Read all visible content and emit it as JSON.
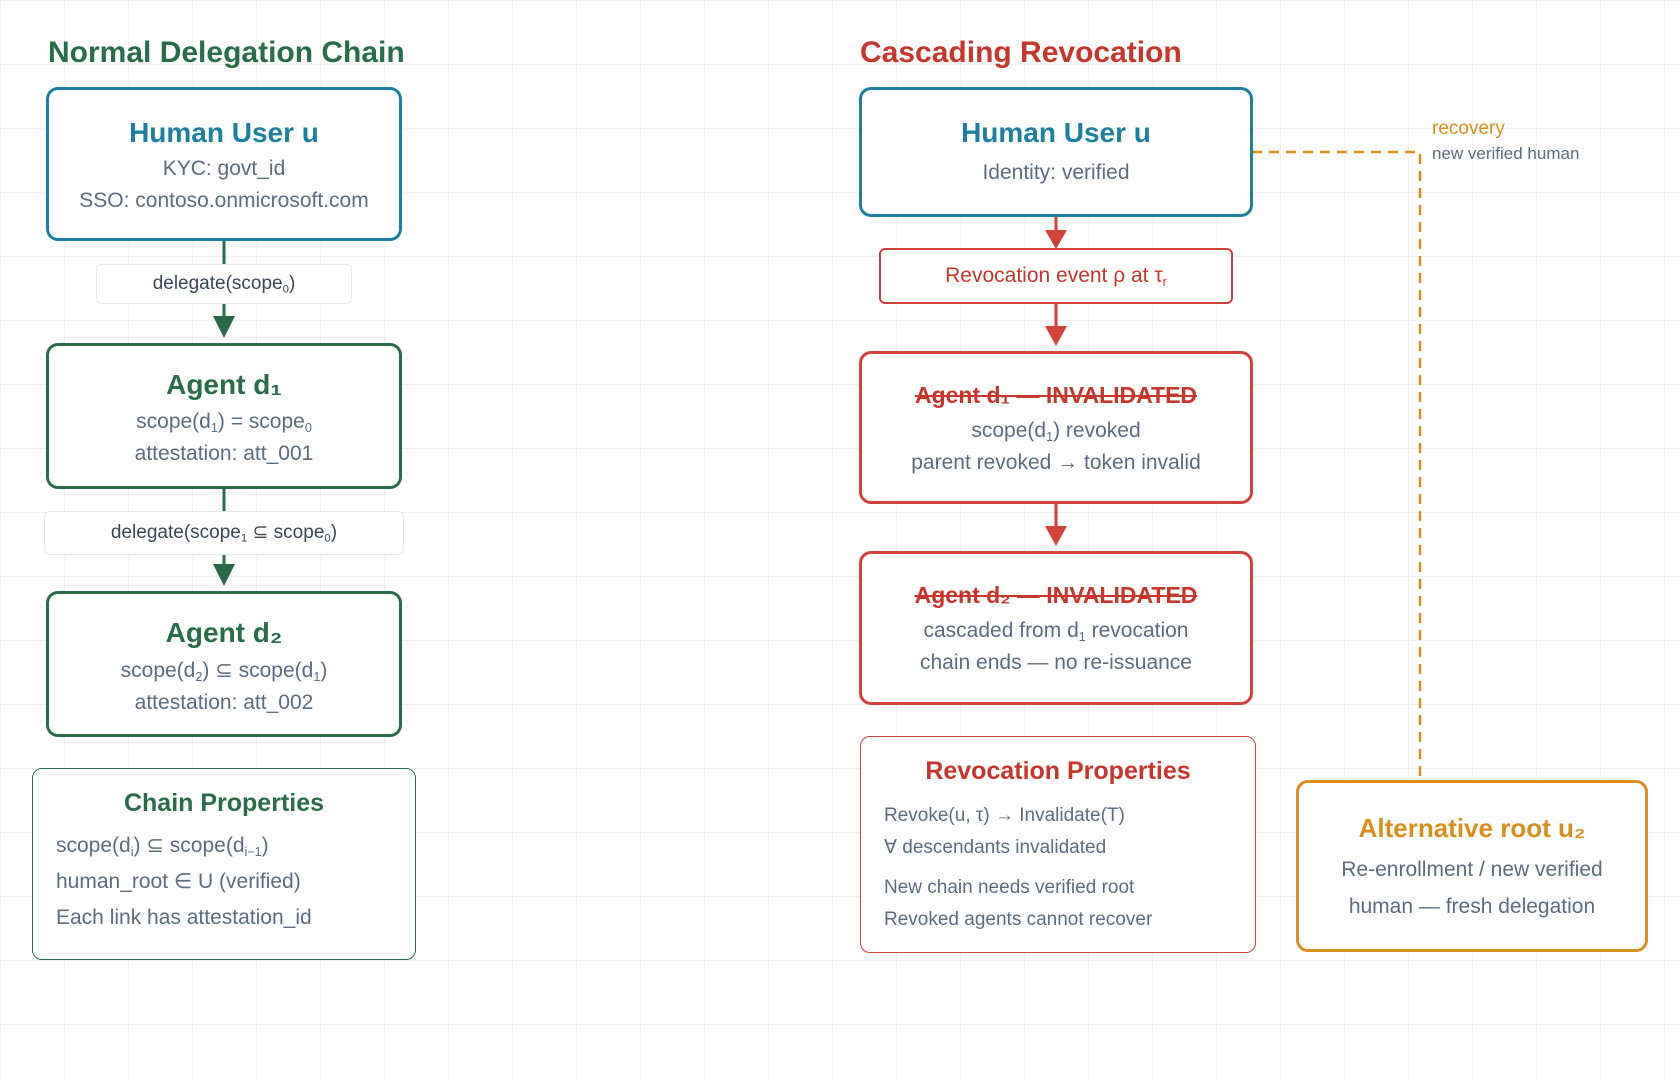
{
  "left": {
    "heading": "Normal Delegation Chain",
    "human": {
      "title": "Human User u",
      "line1": "KYC: govt_id",
      "line2": "SSO: contoso.onmicrosoft.com"
    },
    "edge1": {
      "text": "delegate(scope",
      "sub": "0",
      "suffix": ")"
    },
    "agent1": {
      "title": "Agent d₁",
      "line1": {
        "a": "scope(d",
        "sub1": "1",
        "b": ") = scope",
        "sub2": "0"
      },
      "line2": "attestation: att_001"
    },
    "edge2": {
      "a": "delegate(scope",
      "sub1": "1",
      "b": " ⊆ scope",
      "sub2": "0",
      "c": ")"
    },
    "agent2": {
      "title": "Agent d₂",
      "line1": {
        "a": "scope(d",
        "sub1": "2",
        "b": ") ⊆ scope(d",
        "sub2": "1",
        "c": ")"
      },
      "line2": "attestation: att_002"
    },
    "properties": {
      "title": "Chain Properties",
      "line1": {
        "a": "scope(d",
        "sub1": "i",
        "b": ") ⊆ scope(d",
        "sub2": "i−1",
        "c": ")"
      },
      "line2": "human_root ∈ U (verified)",
      "line3": "Each link has attestation_id"
    }
  },
  "right": {
    "heading": "Cascading Revocation",
    "human": {
      "title": "Human User u",
      "line1": "Identity: verified"
    },
    "event": {
      "text": "Revocation event ρ at τ",
      "sub": "r"
    },
    "agent1": {
      "title": "Agent d₁ — INVALIDATED",
      "line1": {
        "a": "scope(d",
        "sub1": "1",
        "b": ") revoked"
      },
      "line2": "parent revoked → token invalid"
    },
    "agent2": {
      "title": "Agent d₂ — INVALIDATED",
      "line1": {
        "a": "cascaded from d",
        "sub1": "1",
        "b": " revocation"
      },
      "line2": "chain ends — no re-issuance"
    },
    "properties": {
      "title": "Revocation Properties",
      "lines": [
        "Revoke(u, τ) → Invalidate(T)",
        "∀ descendants invalidated",
        "New chain needs verified root",
        "Revoked agents cannot recover"
      ]
    },
    "recovery": {
      "label": "recovery",
      "sublabel": "new verified human"
    },
    "alt_root": {
      "title": "Alternative root u₂",
      "line1": "Re-enrollment / new verified",
      "line2": "human — fresh delegation"
    }
  },
  "colors": {
    "blue": "#1f7ea1",
    "green": "#2a6b4a",
    "red": "#d0433a",
    "orange": "#d98f1e",
    "text": "#5b6b80"
  }
}
